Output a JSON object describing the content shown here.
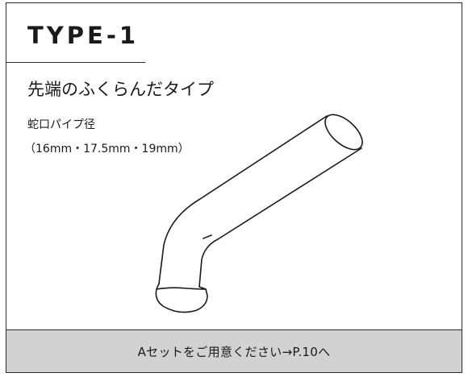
{
  "card": {
    "type_title": "TYPE-1",
    "subtitle": "先端のふくらんだタイプ",
    "pipe_label": "蛇口パイプ径",
    "pipe_sizes": "（16mm・17.5mm・19mm）"
  },
  "footer": {
    "text": "Aセットをご用意ください→P.10へ"
  },
  "illustration": {
    "icon": "faucet-pipe-icon"
  }
}
